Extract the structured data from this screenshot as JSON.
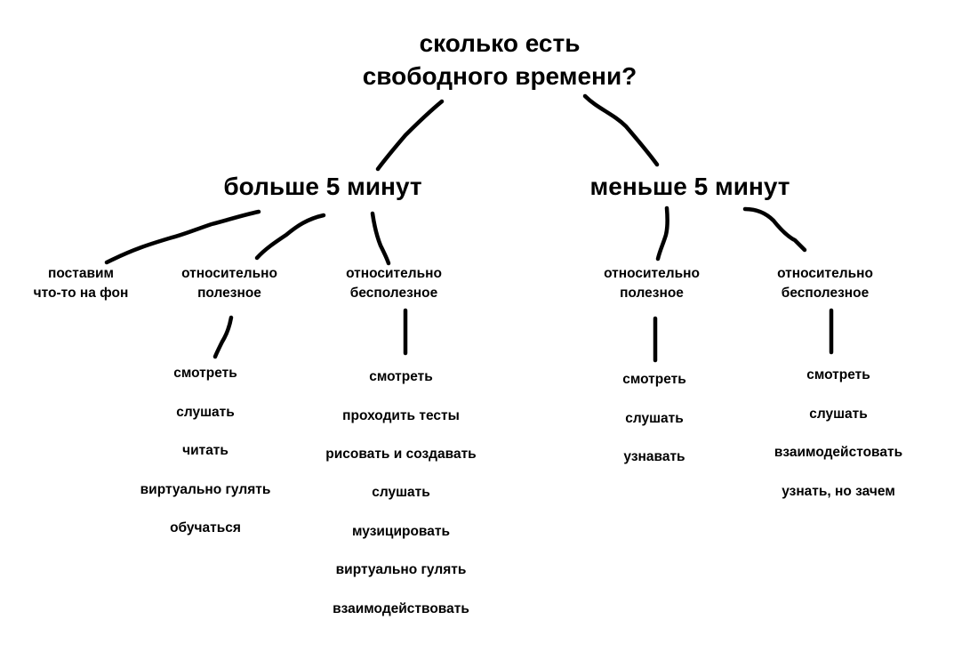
{
  "root": {
    "line1": "сколько есть",
    "line2": "свободного времени?"
  },
  "more": {
    "label": "больше 5 минут",
    "bg": {
      "line1": "поставим",
      "line2": "что-то на фон"
    },
    "useful": {
      "line1": "относительно",
      "line2": "полезное",
      "items": [
        "смотреть",
        "слушать",
        "читать",
        "виртуально гулять",
        "обучаться"
      ]
    },
    "useless": {
      "line1": "относительно",
      "line2": "бесполезное",
      "items": [
        "смотреть",
        "проходить тесты",
        "рисовать и создавать",
        "слушать",
        "музицировать",
        "виртуально гулять",
        "взаимодействовать"
      ]
    }
  },
  "less": {
    "label": "меньше 5 минут",
    "useful": {
      "line1": "относительно",
      "line2": "полезное",
      "items": [
        "смотреть",
        "слушать",
        "узнавать"
      ]
    },
    "useless": {
      "line1": "относительно",
      "line2": "бесполезное",
      "items": [
        "смотреть",
        "слушать",
        "взаимодейстовать",
        "узнать, но зачем"
      ]
    }
  }
}
